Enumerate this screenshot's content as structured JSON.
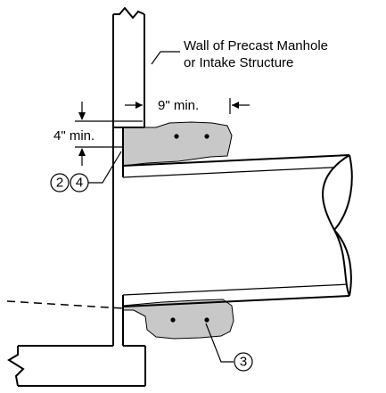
{
  "labels": {
    "wall_line1": "Wall of Precast Manhole",
    "wall_line2": "or Intake Structure",
    "dim_horizontal": "9\" min.",
    "dim_vertical": "4\" min."
  },
  "callouts": {
    "c2": "2",
    "c4": "4",
    "c3": "3"
  },
  "colors": {
    "line": "#000000",
    "grout": "#c8c8c8",
    "background": "#ffffff"
  }
}
